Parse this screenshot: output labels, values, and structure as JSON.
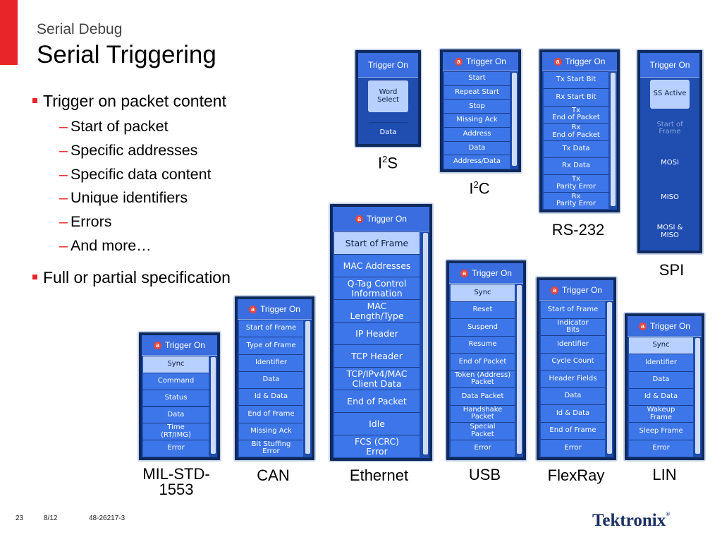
{
  "slide": {
    "subtitle": "Serial Debug",
    "title": "Serial Triggering",
    "bullets": [
      {
        "text": "Trigger on packet content",
        "subs": [
          "Start of packet",
          "Specific addresses",
          "Specific data content",
          "Unique identifiers",
          "Errors",
          "And more…"
        ]
      },
      {
        "text": "Full or partial specification",
        "subs": []
      }
    ],
    "footer": {
      "page": "23",
      "date": "8/12",
      "code": "48-26217-3"
    },
    "logo": {
      "text": "Tektronix",
      "mark": "®"
    },
    "colors": {
      "accent": "#e8262a",
      "menu_bg": "#1f4db0",
      "menu_item": "#3d76e8",
      "menu_selected": "#b8d0ff"
    }
  },
  "menus": {
    "i2s": {
      "header": "Trigger On",
      "badge": "",
      "items": [
        "Word Select",
        "Data"
      ],
      "label_main": "I",
      "label_sup": "2",
      "label_tail": "S"
    },
    "i2c": {
      "header": "Trigger On",
      "badge": "a",
      "items": [
        "Start",
        "Repeat Start",
        "Stop",
        "Missing Ack",
        "Address",
        "Data",
        "Address/Data"
      ],
      "label_main": "I",
      "label_sup": "2",
      "label_tail": "C"
    },
    "rs232": {
      "header": "Trigger On",
      "badge": "a",
      "items": [
        "Tx Start Bit",
        "Rx Start Bit",
        "Tx\nEnd of Packet",
        "Rx\nEnd of Packet",
        "Tx Data",
        "Rx Data",
        "Tx\nParity Error",
        "Rx\nParity Error"
      ],
      "label": "RS-232"
    },
    "spi": {
      "header": "Trigger On",
      "badge": "",
      "items": [
        "SS Active",
        "Start of Frame",
        "MOSI",
        "MISO",
        "MOSI & MISO"
      ],
      "label": "SPI"
    },
    "ethernet": {
      "header": "Trigger On",
      "badge": "a",
      "items": [
        "Start of Frame",
        "MAC Addresses",
        "Q-Tag Control\nInformation",
        "MAC\nLength/Type",
        "IP Header",
        "TCP Header",
        "TCP/IPv4/MAC\nClient Data",
        "End of Packet",
        "Idle",
        "FCS (CRC)\nError"
      ],
      "label": "Ethernet"
    },
    "usb": {
      "header": "Trigger On",
      "badge": "a",
      "items": [
        "Sync",
        "Reset",
        "Suspend",
        "Resume",
        "End of Packet",
        "Token (Address)\nPacket",
        "Data Packet",
        "Handshake\nPacket",
        "Special\nPacket",
        "Error"
      ],
      "label": "USB"
    },
    "flexray": {
      "header": "Trigger On",
      "badge": "a",
      "items": [
        "Start of Frame",
        "Indicator\nBits",
        "Identifier",
        "Cycle Count",
        "Header Fields",
        "Data",
        "Id & Data",
        "End of Frame",
        "Error"
      ],
      "label": "FlexRay"
    },
    "lin": {
      "header": "Trigger On",
      "badge": "a",
      "items": [
        "Sync",
        "Identifier",
        "Data",
        "Id & Data",
        "Wakeup\nFrame",
        "Sleep Frame",
        "Error"
      ],
      "label": "LIN"
    },
    "can": {
      "header": "Trigger On",
      "badge": "a",
      "items": [
        "Start of Frame",
        "Type of Frame",
        "Identifier",
        "Data",
        "Id & Data",
        "End of Frame",
        "Missing Ack",
        "Bit Stuffing\nError"
      ],
      "label": "CAN"
    },
    "mil": {
      "header": "Trigger On",
      "badge": "a",
      "items": [
        "Sync",
        "Command",
        "Status",
        "Data",
        "Time\n(RT/IMG)",
        "Error"
      ],
      "label": "MIL-STD-\n1553"
    }
  }
}
